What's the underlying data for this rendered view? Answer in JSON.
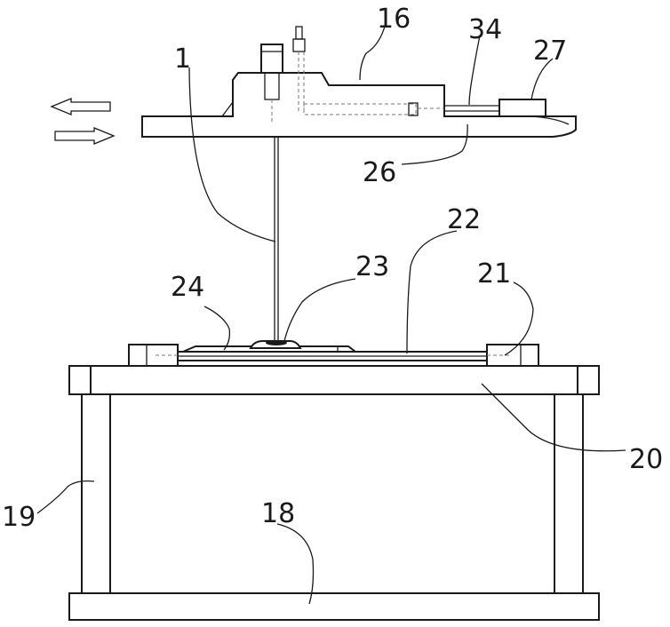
{
  "labels": {
    "l1": "1",
    "l16": "16",
    "l34": "34",
    "l27": "27",
    "l26": "26",
    "l22": "22",
    "l23": "23",
    "l24": "24",
    "l21": "21",
    "l20": "20",
    "l19": "19",
    "l18": "18"
  }
}
